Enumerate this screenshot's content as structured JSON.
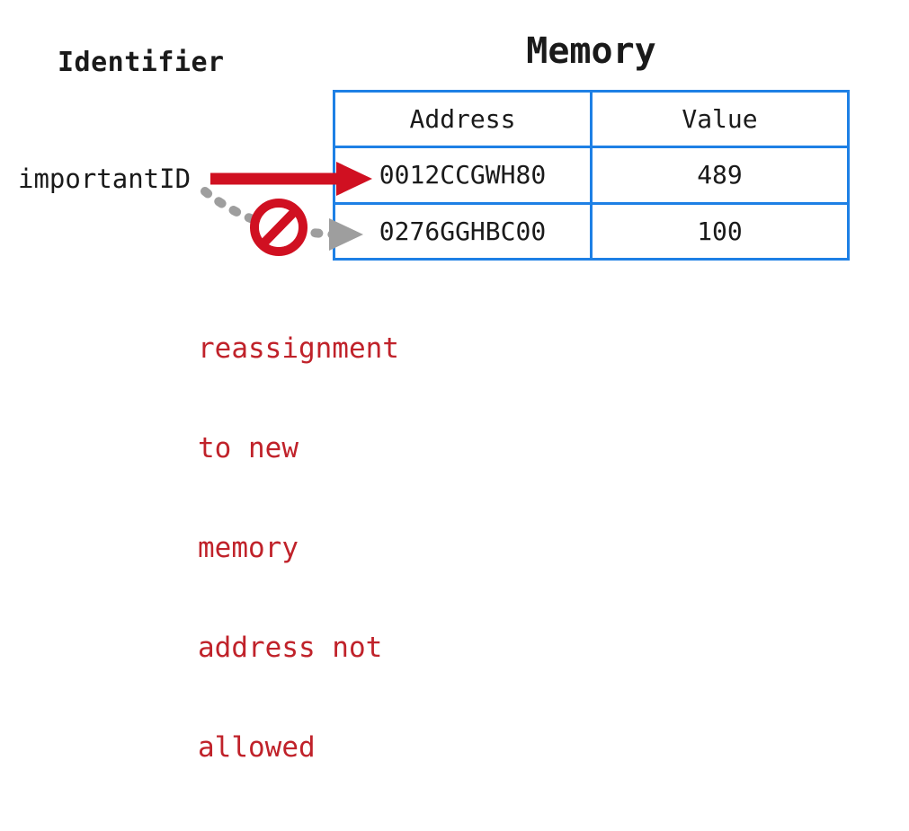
{
  "diagram": {
    "identifier_title": "Identifier",
    "memory_title": "Memory",
    "identifier_label": "importantID",
    "table": {
      "headers": [
        "Address",
        "Value"
      ],
      "rows": [
        {
          "address": "0012CCGWH80",
          "value": "489"
        },
        {
          "address": "0276GGHBC00",
          "value": "100"
        }
      ]
    },
    "annotation": {
      "lines": [
        "reassignment",
        "to new",
        "memory",
        "address not",
        "allowed"
      ]
    }
  },
  "colors": {
    "arrow_red": "#d01021",
    "annotation_red": "#c0222a",
    "table_blue": "#1e80e5",
    "gray": "#9e9e9e",
    "text_black": "#1a1a1a"
  }
}
